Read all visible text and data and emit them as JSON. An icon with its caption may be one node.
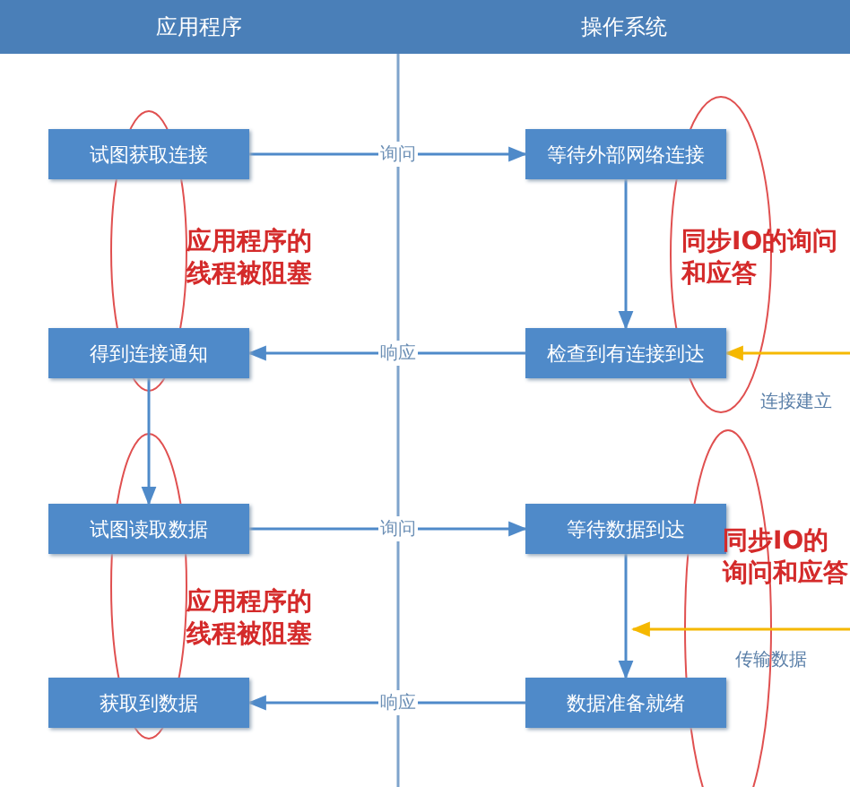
{
  "diagram": {
    "nodes": [
      {
        "text": [
          "应用程序"
        ]
      },
      {
        "text": [
          "操作系统"
        ]
      },
      {
        "text": [
          "试图获取连接"
        ]
      },
      {
        "text": [
          "等待外部网络连接"
        ]
      },
      {
        "text": [
          "得到连接通知"
        ]
      },
      {
        "text": [
          "检查到有连接到达"
        ]
      },
      {
        "text": [
          "试图读取数据"
        ]
      },
      {
        "text": [
          "等待数据到达"
        ]
      },
      {
        "text": [
          "获取到数据"
        ]
      },
      {
        "text": [
          "数据准备就绪"
        ]
      }
    ],
    "edges": [
      {
        "from": 2,
        "to": 3,
        "arrow": "to",
        "label": "询问"
      },
      {
        "from": 3,
        "to": 5,
        "arrow": "to"
      },
      {
        "from": 5,
        "to": 4,
        "arrow": "to",
        "label": "响应"
      },
      {
        "from": null,
        "to": 5,
        "arrow": "to",
        "label": "连接建立",
        "color": "#f5b800"
      },
      {
        "from": 4,
        "to": 6,
        "arrow": "to"
      },
      {
        "from": 6,
        "to": 7,
        "arrow": "to",
        "label": "询问"
      },
      {
        "from": 7,
        "to": 9,
        "arrow": "to"
      },
      {
        "from": 9,
        "to": 8,
        "arrow": "to",
        "label": "响应"
      }
    ],
    "labels": [
      "应用程序的线程被阻塞",
      "同步IO的询问和应答",
      "应用程序的线程被阻塞",
      "同步IO的询问和应答",
      "传输数据"
    ]
  }
}
